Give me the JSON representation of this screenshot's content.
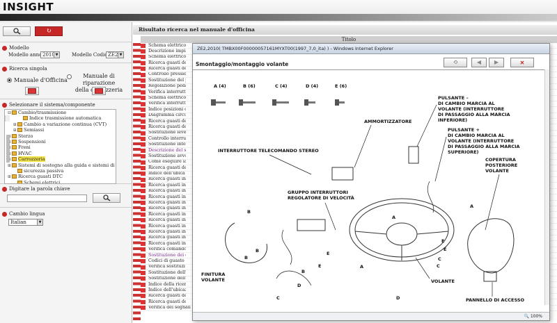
{
  "app": {
    "title": "INSIGHT"
  },
  "left": {
    "modello": {
      "header": "Modello",
      "anno_label": "Modello anno",
      "anno_value": "2010",
      "codice_label": "Modello Codice",
      "codice_value": "ZE2"
    },
    "ricerca": {
      "header": "Ricerca singola",
      "opt1": "Manuale d'Officina",
      "opt2_line1": "Manuale di riparazione",
      "opt2_line2": "della carrozzeria"
    },
    "sistema": {
      "header": "Selezionare il sistema/componente",
      "items": [
        {
          "label": "Cambio/trasmissione",
          "exp": "⊟",
          "indent": 1
        },
        {
          "label": "Indice trasmissione automatica",
          "exp": "",
          "indent": 3
        },
        {
          "label": "Cambio a variazione continua (CVT)",
          "exp": "⊞",
          "indent": 2
        },
        {
          "label": "Semiassi",
          "exp": "⊞",
          "indent": 2
        },
        {
          "label": "Sterzo",
          "exp": "⊞",
          "indent": 1
        },
        {
          "label": "Sospensioni",
          "exp": "⊞",
          "indent": 1
        },
        {
          "label": "Freni",
          "exp": "⊞",
          "indent": 1
        },
        {
          "label": "HVAC",
          "exp": "⊞",
          "indent": 1
        },
        {
          "label": "Carrozzeria",
          "exp": "⊞",
          "indent": 1
        },
        {
          "label": "Sistemi di sostegno alla guida e sistemi di",
          "exp": "⊞",
          "indent": 1
        },
        {
          "label": "sicurezza passiva",
          "exp": "",
          "indent": 2
        },
        {
          "label": "Ricerca guasti DTC",
          "exp": "⊞",
          "indent": 1
        },
        {
          "label": "Schemi elettrici",
          "exp": "",
          "indent": 2
        }
      ]
    },
    "parola": {
      "header": "Digitare la parola chiave"
    },
    "lingua": {
      "header": "Cambio lingua",
      "value": "Italian"
    }
  },
  "main": {
    "title": "Risultato ricerca nel manuale d'officina",
    "column_header": "Titolo",
    "rows": [
      "Schema elettrico",
      "Descrizione impia",
      "Schema elettrico",
      "Ricerca guasti de",
      "Ricerca guasti de",
      "Controllo pressio",
      "Sostituzione del p",
      "Regolazione peda",
      "Verifica interrutt",
      "Schema elettrico",
      "Verifica interrutt",
      "Indice posizioni c",
      "Diagramma circui",
      "Ricerca guasti de",
      "Ricerca guasti de",
      "Sostituzione leve",
      "Controllo interrut",
      "Sostituzione inter",
      "Descrizione del s",
      "Sostituzione avvo",
      "Come eseguire la",
      "Ricerca guasti de",
      "Indice dell'ubica",
      "Ricerca guasti in",
      "Ricerca guasti in",
      "Ricerca guasti in",
      "Ricerca guasti in",
      "Ricerca guasti in",
      "Ricerca guasti in",
      "Ricerca guasti in",
      "Ricerca guasti in",
      "Ricerca guasti in",
      "Ricerca guasti in",
      "Ricerca guasti in",
      "Ricerca guasti in",
      "Verifica comando",
      "Sostituzione dei c",
      "Codici di guasto d",
      "Verifica sostituzi",
      "Sostituzione dell'",
      "Sostituzione dell'",
      "Indice della ricerc",
      "Indice dell'ubicaz",
      "Ricerca guasti de",
      "Ricerca guasti de",
      "Verifica dei segnali di ingresso/uscita della centralina del vivavoce"
    ]
  },
  "popup": {
    "window_title": "ZE2,2010( TMBX00F00000057161MYXT00(1997_7,0_ita) ) - Windows Internet Explorer",
    "proc_title": "Smontaggio/montaggio volante",
    "zoom": "100%",
    "fasteners": [
      {
        "label": "A (4)"
      },
      {
        "label": "B (6)"
      },
      {
        "label": "C (4)"
      },
      {
        "label": "D (4)"
      },
      {
        "label": "E (6)"
      }
    ],
    "callouts": {
      "ammortizzatore": "AMMORTIZZATORE",
      "telecomando": "INTERRUTTORE TELECOMANDO STEREO",
      "gruppo1": "GRUPPO INTERRUTTORI",
      "gruppo2": "REGOLATORE DI VELOCITÀ",
      "pulsante_minus": [
        "PULSANTE –",
        "DI CAMBIO MARCIA AL",
        "VOLANTE (INTERRUTTORE",
        "DI PASSAGGIO ALLA MARCIA",
        "INFERIORE)"
      ],
      "pulsante_plus": [
        "PULSANTE +",
        "DI CAMBIO MARCIA AL",
        "VOLANTE (INTERRUTTORE",
        "DI PASSAGGIO ALLA MARCIA",
        "SUPERIORE)"
      ],
      "copertura": [
        "COPERTURA",
        "POSTERIORE",
        "VOLANTE"
      ],
      "finitura": [
        "FINITURA",
        "VOLANTE"
      ],
      "volante": "VOLANTE",
      "pannello": "PANNELLO DI ACCESSO"
    },
    "letters": {
      "a": "A",
      "b": "B",
      "c": "C",
      "d": "D",
      "e": "E"
    }
  },
  "colors": {
    "accent": "#c62828",
    "highlight": "#f3e24a"
  }
}
